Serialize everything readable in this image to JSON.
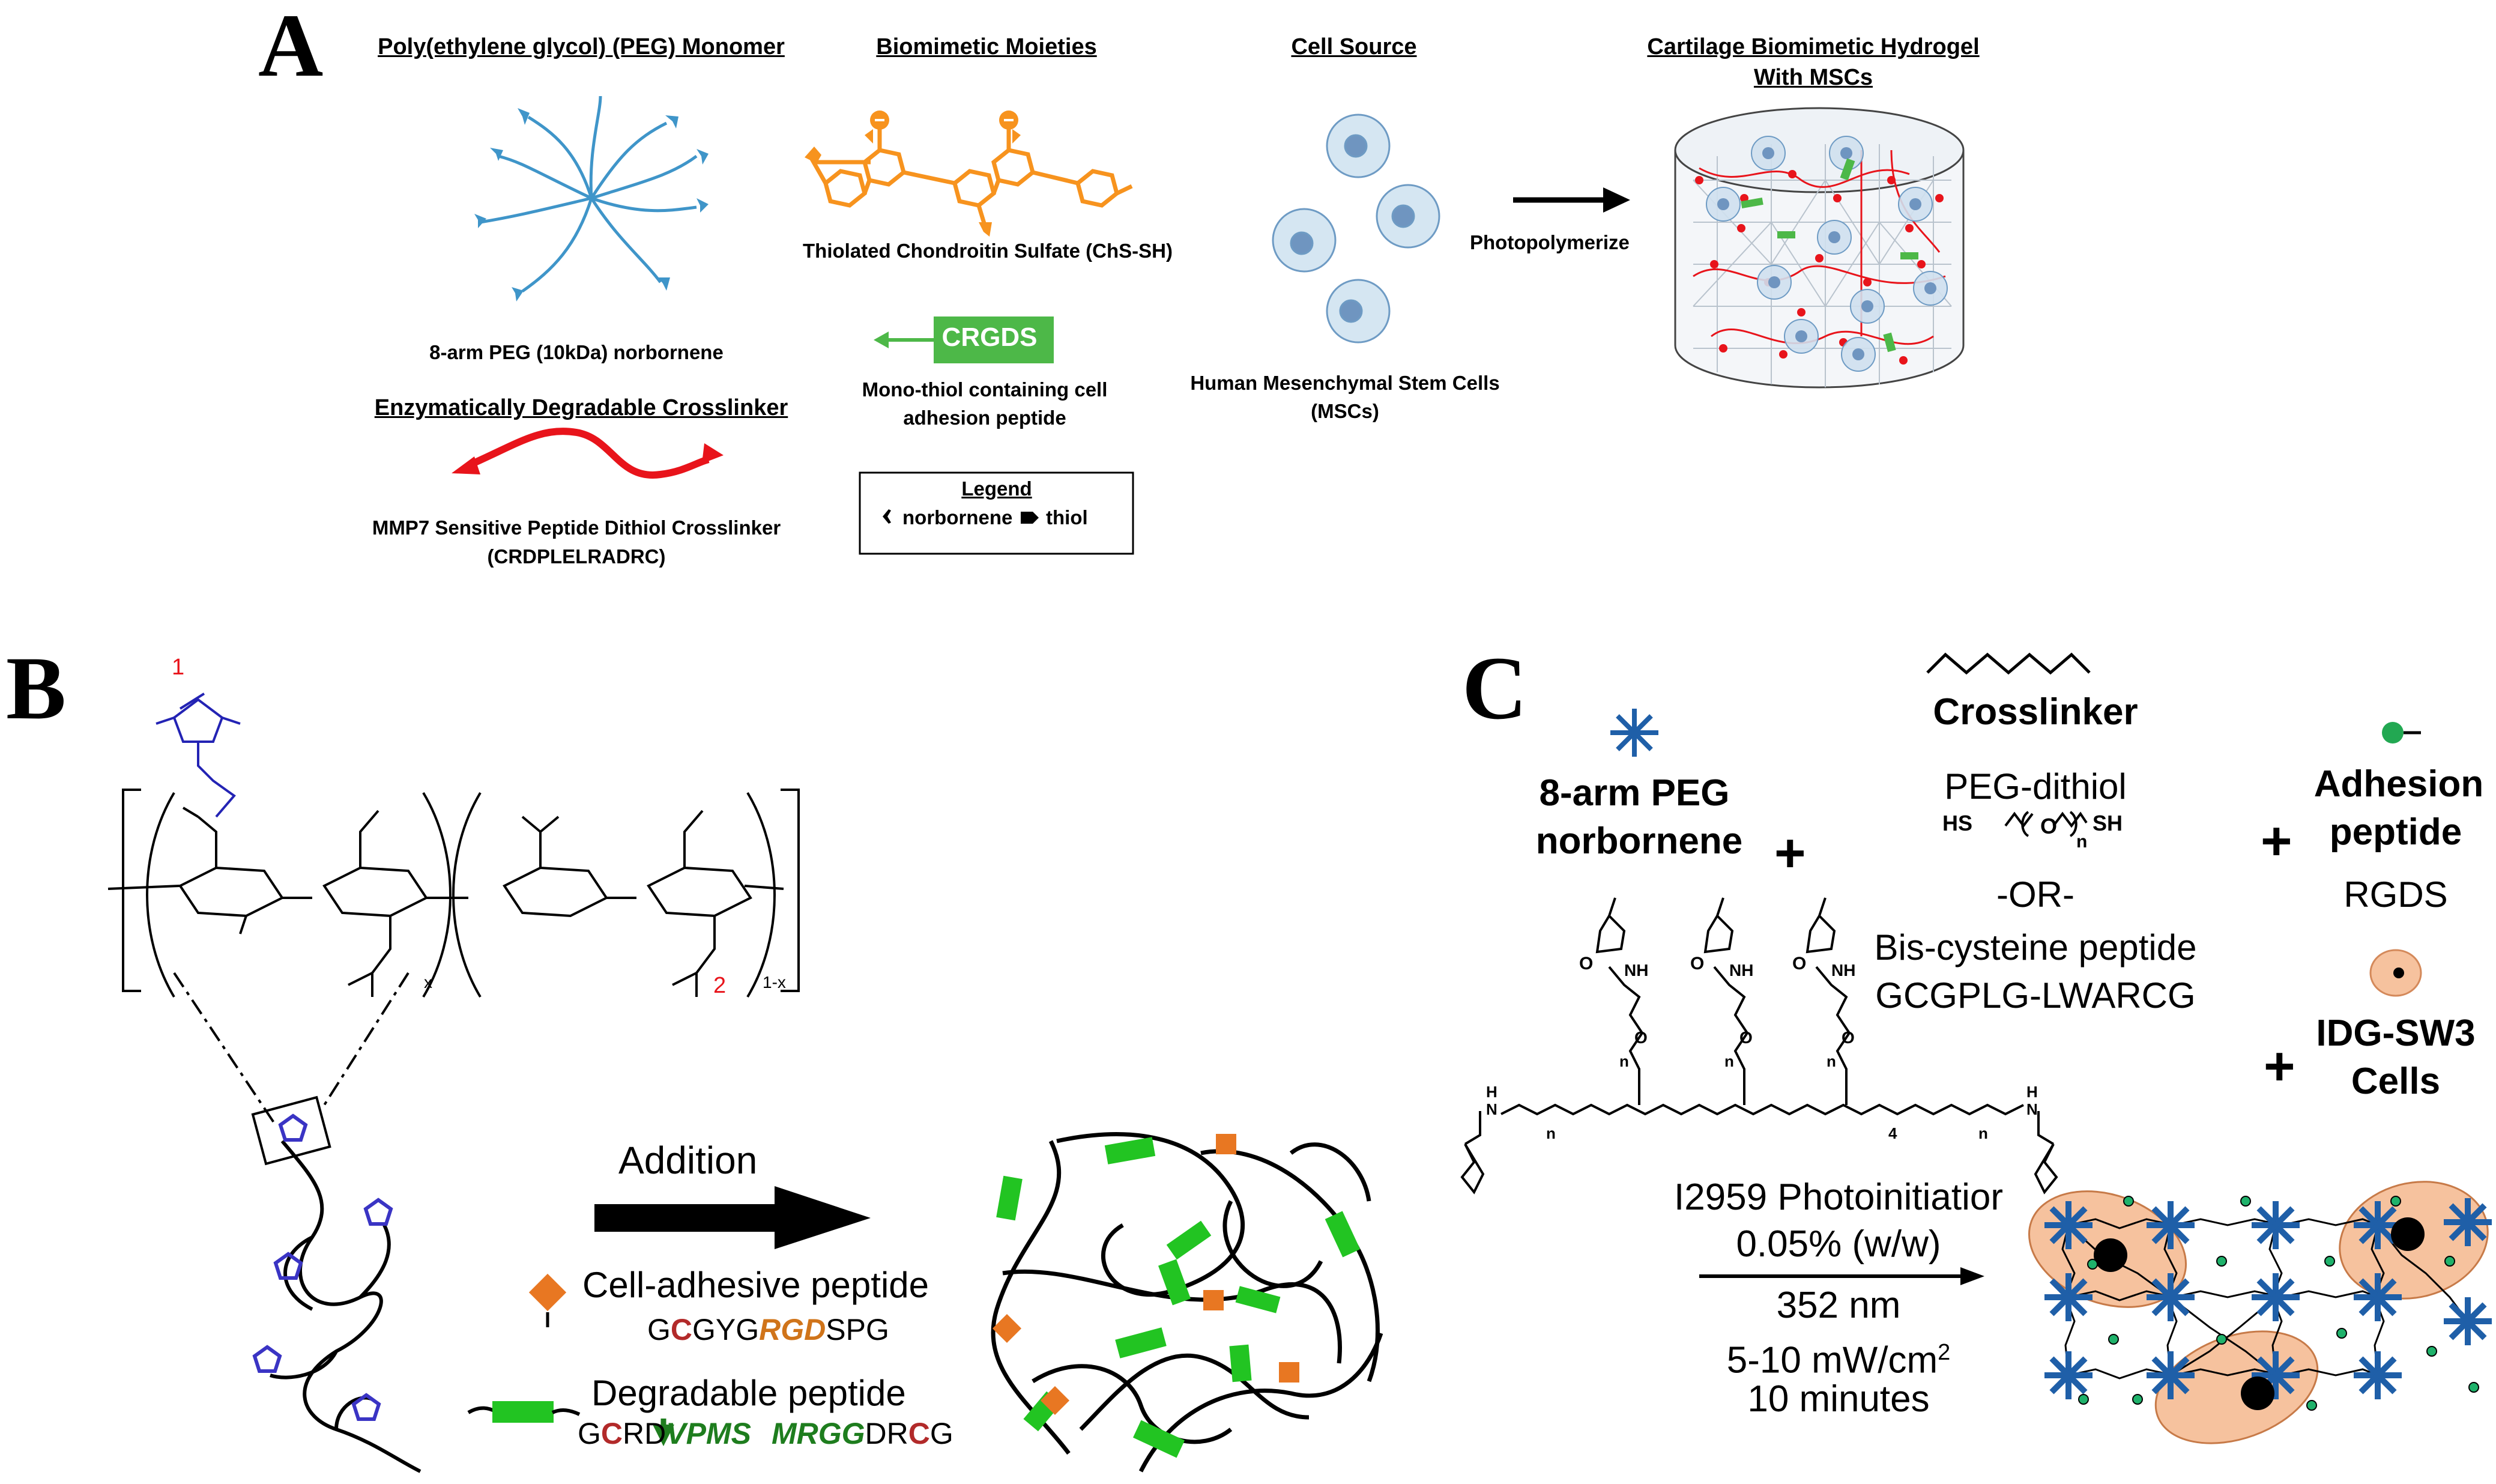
{
  "panel_labels": {
    "a": "A",
    "b": "B",
    "c": "C"
  },
  "panel_a": {
    "headers": {
      "peg_monomer": "Poly(ethylene glycol) (PEG) Monomer",
      "biomimetic": "Biomimetic Moieties",
      "cell_source": "Cell Source",
      "hydrogel_line1": "Cartilage Biomimetic Hydrogel",
      "hydrogel_line2": "With MSCs",
      "crosslinker_header": "Enzymatically Degradable Crosslinker"
    },
    "labels": {
      "peg_arm": "8-arm PEG (10kDa) norbornene",
      "chs": "Thiolated Chondroitin Sulfate (ChS-SH)",
      "crgds_box": "CRGDS",
      "peptide_line1": "Mono-thiol containing cell",
      "peptide_line2": "adhesion peptide",
      "msc_line1": "Human Mesenchymal Stem Cells",
      "msc_line2": "(MSCs)",
      "photopolymerize": "Photopolymerize",
      "mmp_line1": "MMP7 Sensitive Peptide Dithiol Crosslinker",
      "mmp_line2": "(CRDPLELRADRC)"
    },
    "legend": {
      "title": "Legend",
      "norbornene": "norbornene",
      "thiol": "thiol"
    }
  },
  "panel_b": {
    "numbers": {
      "one": "1",
      "two": "2"
    },
    "subscripts": {
      "x": "x",
      "one_minus_x": "1-x"
    },
    "arrow_label": "Addition",
    "cell_adhesive": {
      "label": "Cell-adhesive peptide",
      "seq": [
        {
          "text": "G",
          "style": "plain"
        },
        {
          "text": "C",
          "style": "red"
        },
        {
          "text": "GYG",
          "style": "plain"
        },
        {
          "text": "RGD",
          "style": "orange"
        },
        {
          "text": "SPG",
          "style": "plain"
        }
      ]
    },
    "degradable": {
      "label": "Degradable peptide",
      "seq": [
        {
          "text": "G",
          "style": "plain"
        },
        {
          "text": "C",
          "style": "red"
        },
        {
          "text": "RD",
          "style": "plain"
        },
        {
          "text": "VPMS",
          "style": "green"
        },
        {
          "text": "MRGG",
          "style": "green"
        },
        {
          "text": "DR",
          "style": "plain"
        },
        {
          "text": "C",
          "style": "red"
        },
        {
          "text": "G",
          "style": "plain"
        }
      ]
    }
  },
  "panel_c": {
    "peg_line1": "8-arm PEG",
    "peg_line2": "norbornene",
    "crosslinker_title": "Crosslinker",
    "peg_dithiol": "PEG-dithiol",
    "hs": "HS",
    "o": "O",
    "n": "n",
    "sh": "SH",
    "or": "-OR-",
    "bis_line1": "Bis-cysteine peptide",
    "bis_line2": "GCGPLG-LWARCG",
    "adhesion_line1": "Adhesion",
    "adhesion_line2": "peptide",
    "rgds": "RGDS",
    "cells_line1": "IDG-SW3",
    "cells_line2": "Cells",
    "plus": "+",
    "conditions": [
      "I2959 Photoinitiatior",
      "0.05% (w/w)",
      "352 nm",
      "5-10 mW/cm",
      "10 minutes"
    ],
    "superscript": "2",
    "structure_n": "n",
    "structure_four": "4",
    "structure_o": "O",
    "structure_nh": "NH",
    "structure_h": "H",
    "structure_n_atom": "N"
  },
  "colors": {
    "peg_blue": "#3f95c9",
    "chs_orange": "#f7931e",
    "crgds_green": "#4db848",
    "crosslinker_red": "#e8141b",
    "cell_fill": "#d5e6f2",
    "nucleus": "#6f95c0",
    "maleimide_blue": "#2323b4",
    "bead_orange": "#e87722",
    "deg_green": "#22c422",
    "star_blue": "#1f5fa8",
    "cell_peach": "#f6c29e",
    "seq_red": "#b22a2a",
    "seq_orange": "#d0741a",
    "seq_green": "#1e7d1e"
  }
}
